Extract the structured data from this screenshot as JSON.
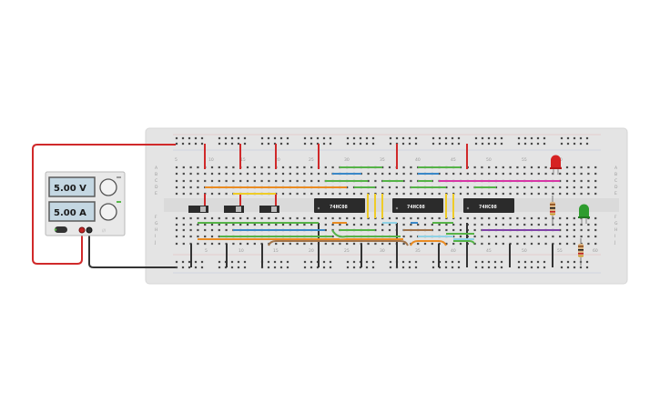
{
  "power_supply": {
    "voltage_display": "5.00 V",
    "current_display": "5.00 A"
  },
  "chips": [
    {
      "label": "74HC08"
    },
    {
      "label": "74HC08"
    },
    {
      "label": "74HC08"
    }
  ],
  "breadboard": {
    "row_letters_top": [
      "A",
      "B",
      "C",
      "D",
      "E"
    ],
    "row_letters_bottom": [
      "F",
      "G",
      "H",
      "I",
      "J"
    ],
    "column_numbers": [
      "5",
      "10",
      "15",
      "20",
      "25",
      "30",
      "35",
      "40",
      "45",
      "50",
      "55",
      "60"
    ]
  },
  "colors": {
    "board": "#e4e4e4",
    "power_red": "#d0292a",
    "ground_dark": "#333333",
    "wire_orange": "#e98b22",
    "wire_green": "#55b347",
    "wire_blue": "#3a88c8",
    "wire_yellow": "#efcc27",
    "wire_pink": "#d636a6",
    "wire_purple": "#8043a8",
    "wire_cyan": "#8fd2e6",
    "wire_brown": "#a0734a",
    "led_red": "#d62222",
    "led_green": "#2e9c2e",
    "chip_body": "#2b2b2b"
  }
}
